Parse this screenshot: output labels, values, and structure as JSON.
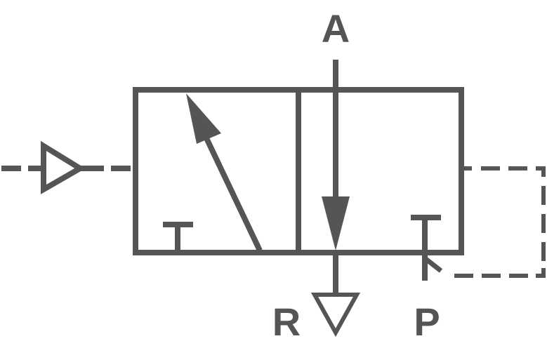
{
  "diagram": {
    "type": "pneumatic 3/2-way valve symbol",
    "stroke_color": "#555555",
    "background": "#ffffff",
    "ports": {
      "A": "A",
      "R": "R",
      "P": "P"
    },
    "elements": [
      "pilot-pressure-actuator-left",
      "valve-box-position-1",
      "valve-box-position-2",
      "spring-return-pilot-right"
    ]
  }
}
